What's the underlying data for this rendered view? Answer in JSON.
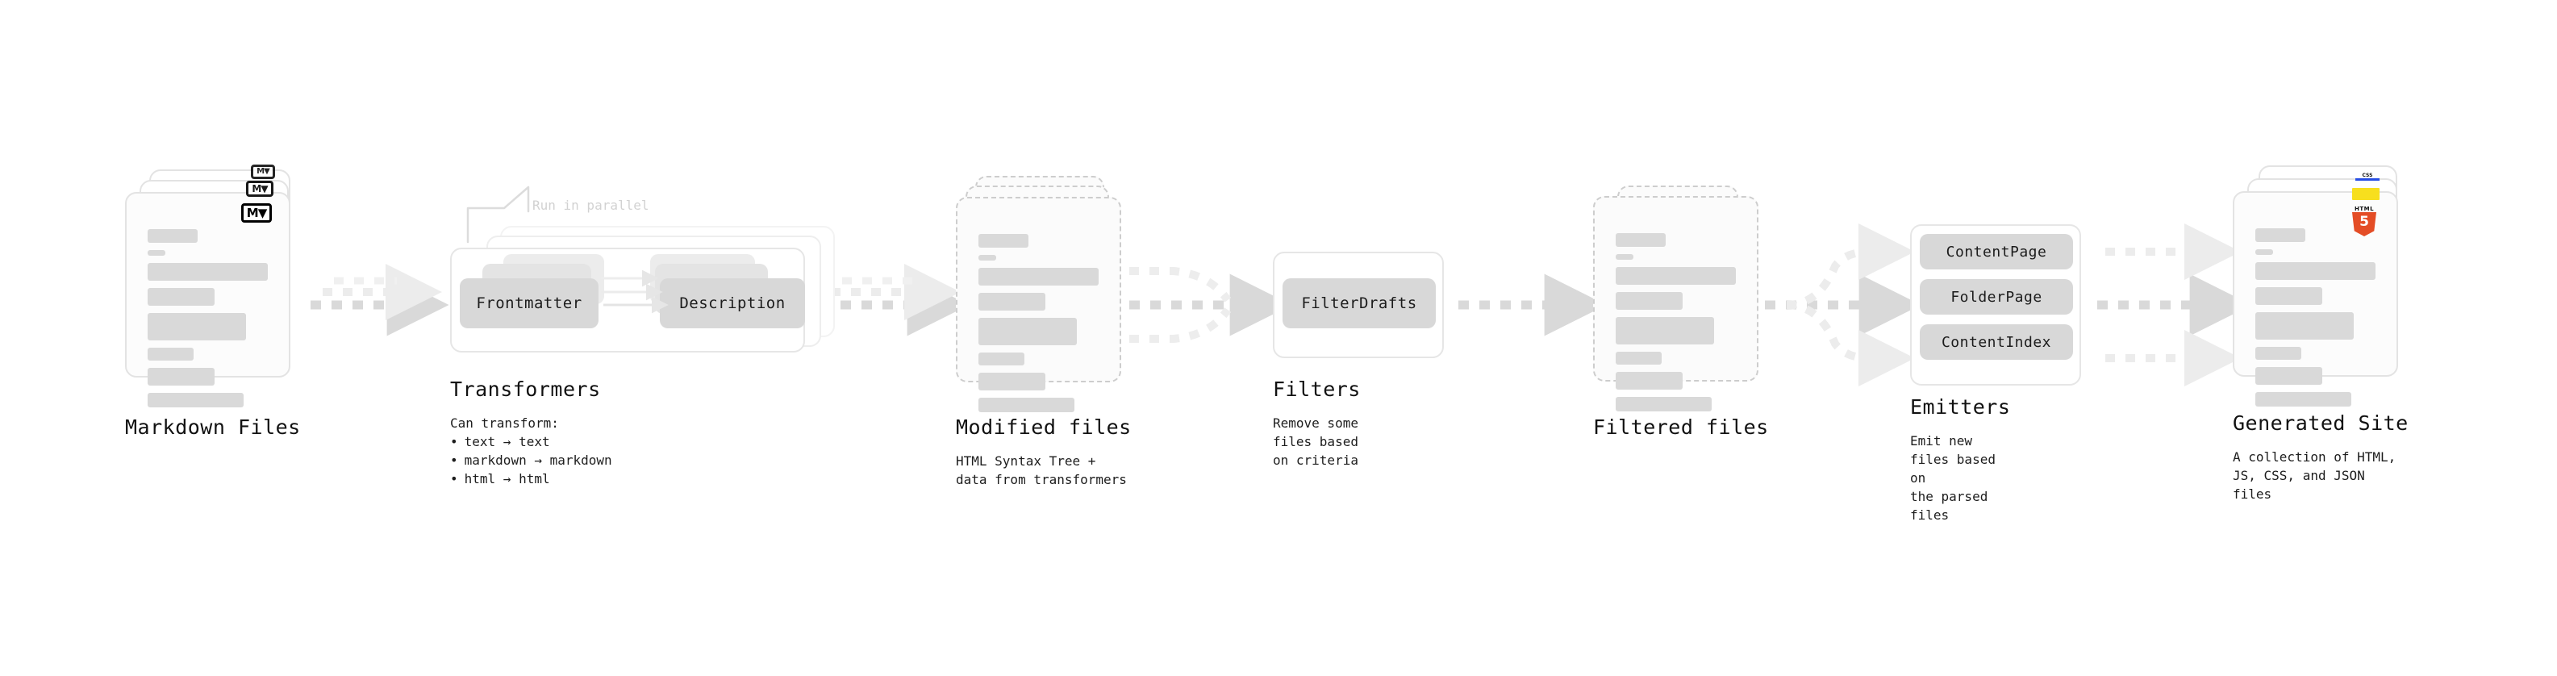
{
  "diagram": {
    "title": "Quartz content processing pipeline",
    "background": "#ffffff",
    "accent_colors": {
      "arrow": "#d9d9d9",
      "arrow_faint": "#ececec",
      "chip": "#d8d8d8",
      "card_border": "#e3e3e3",
      "dashed_border": "#cdcdcd",
      "skeleton_bar": "#d9d9d9",
      "note_text": "#d2d2d2",
      "html5": "#e44d26",
      "javascript": "#f7df1e",
      "css": "#264de4"
    }
  },
  "stages": [
    {
      "id": "markdown-files",
      "title": "Markdown Files",
      "subtitle": "",
      "badge": "markdown-icon",
      "badge_text": "M"
    },
    {
      "id": "transformers",
      "title": "Transformers",
      "subtitle": "Can transform:",
      "note": "Run in parallel",
      "chips": [
        "Frontmatter",
        "Description"
      ],
      "list": [
        "text → text",
        "markdown → markdown",
        "html → html"
      ]
    },
    {
      "id": "modified-files",
      "title": "Modified files",
      "subtitle": "HTML Syntax Tree +\ndata from transformers"
    },
    {
      "id": "filters",
      "title": "Filters",
      "subtitle": "Remove some files based\non criteria",
      "chips": [
        "FilterDrafts"
      ]
    },
    {
      "id": "filtered-files",
      "title": "Filtered files",
      "subtitle": ""
    },
    {
      "id": "emitters",
      "title": "Emitters",
      "subtitle": "Emit new files based on\nthe parsed files",
      "chips": [
        "ContentPage",
        "FolderPage",
        "ContentIndex"
      ]
    },
    {
      "id": "generated-site",
      "title": "Generated Site",
      "subtitle": "A collection of HTML,\nJS, CSS, and JSON files",
      "badges": [
        "html5-icon",
        "javascript-icon",
        "css3-icon"
      ],
      "badge_text": "5",
      "badge_label_html": "HTML",
      "badge_label_css": "CSS"
    }
  ]
}
